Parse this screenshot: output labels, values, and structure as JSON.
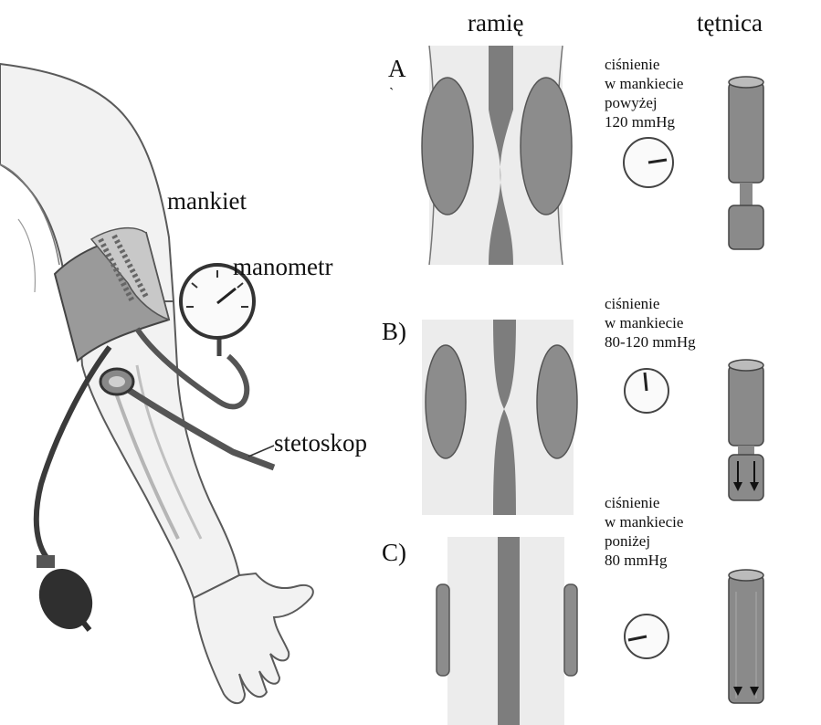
{
  "headers": {
    "arm": "ramię",
    "artery": "tętnica"
  },
  "device_labels": {
    "cuff": "mankiet",
    "manometer": "manometr",
    "stethoscope": "stetoskop"
  },
  "panels": [
    {
      "letter": "A",
      "letter_suffix": "`",
      "pressure_lines": [
        "ciśnienie",
        "w mankiecie",
        "powyżej",
        "120 mmHg"
      ]
    },
    {
      "letter": "B)",
      "pressure_lines": [
        "ciśnienie",
        "w mankiecie",
        "80-120 mmHg"
      ]
    },
    {
      "letter": "C)",
      "pressure_lines": [
        "ciśnienie",
        "w mankiecie",
        "poniżej",
        "80 mmHg"
      ]
    }
  ],
  "colors": {
    "skin": "#f1f1f1",
    "outline": "#5a5a5a",
    "cuff": "#9a9a9a",
    "artery": "#7f7f7f",
    "bulb": "#2f2f2f"
  },
  "icons": [
    "arm-illustration",
    "cuff-icon",
    "manometer-icon",
    "stethoscope-icon",
    "bulb-icon",
    "gauge-icon",
    "artery-tube-icon",
    "flow-arrow-icon"
  ]
}
